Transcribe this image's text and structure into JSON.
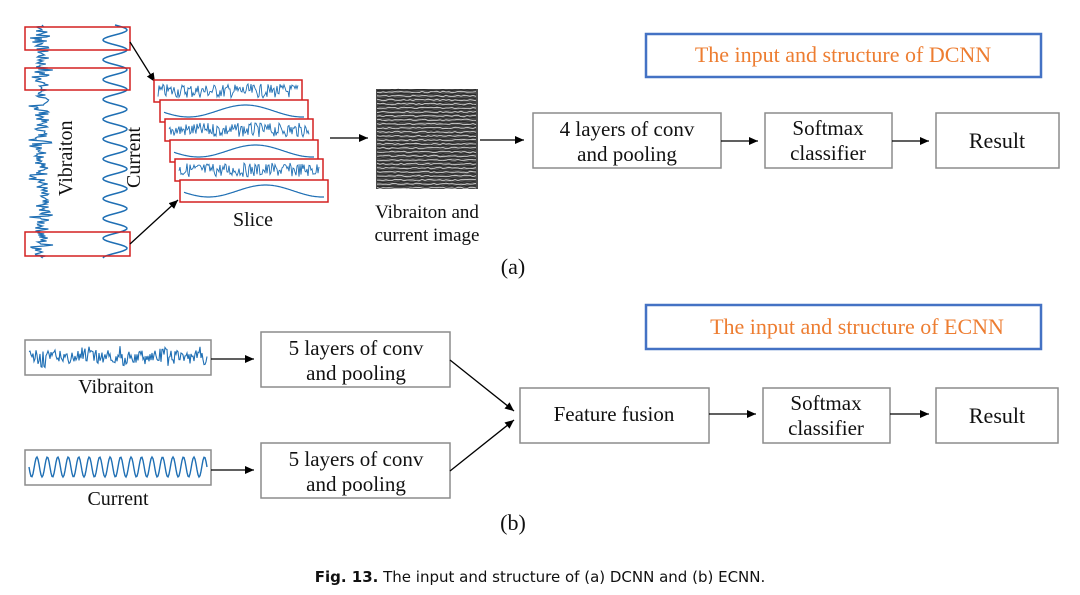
{
  "part_a": {
    "title_box": "The input and structure of DCNN",
    "signal_label_vibration": "Vibraiton",
    "signal_label_current": "Current",
    "slice_label": "Slice",
    "image_label_line1": "Vibraiton and",
    "image_label_line2": "current image",
    "conv_line1": "4 layers of conv",
    "conv_line2": "and pooling",
    "softmax_line1": "Softmax",
    "softmax_line2": "classifier",
    "result": "Result",
    "panel_label": "(a)"
  },
  "part_b": {
    "title_box": "The input and structure of ECNN",
    "vibration_label": "Vibraiton",
    "current_label": "Current",
    "conv1_line1": "5 layers of conv",
    "conv1_line2": "and pooling",
    "conv2_line1": "5 layers of conv",
    "conv2_line2": "and pooling",
    "fusion": "Feature fusion",
    "softmax_line1": "Softmax",
    "softmax_line2": "classifier",
    "result": "Result",
    "panel_label": "(b)"
  },
  "caption": {
    "prefix": "Fig. 13.",
    "text": "The input and structure of (a) DCNN and (b) ECNN."
  },
  "colors": {
    "signal": "#1f6fb4",
    "slice_border": "#d42020",
    "title_box_border": "#4472c4",
    "title_text": "#ed7d31",
    "box_border": "#8c8c8c"
  }
}
